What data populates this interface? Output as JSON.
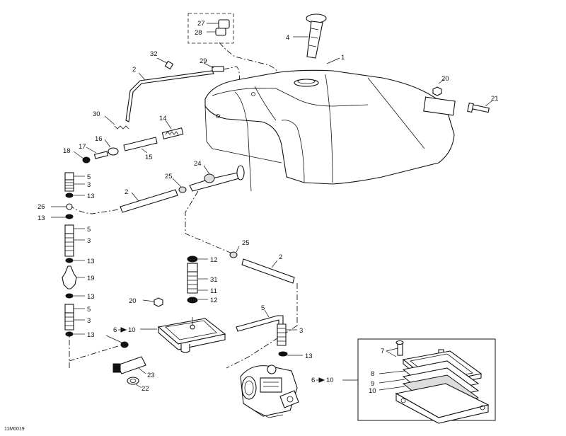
{
  "drawing_code": "11M0019",
  "callouts": [
    {
      "id": "c27",
      "text": "27"
    },
    {
      "id": "c28",
      "text": "28"
    },
    {
      "id": "c4",
      "text": "4"
    },
    {
      "id": "c1",
      "text": "1"
    },
    {
      "id": "c32",
      "text": "32"
    },
    {
      "id": "c29",
      "text": "29"
    },
    {
      "id": "c2a",
      "text": "2"
    },
    {
      "id": "c20a",
      "text": "20"
    },
    {
      "id": "c21",
      "text": "21"
    },
    {
      "id": "c30",
      "text": "30"
    },
    {
      "id": "c14",
      "text": "14"
    },
    {
      "id": "c16",
      "text": "16"
    },
    {
      "id": "c17",
      "text": "17"
    },
    {
      "id": "c18",
      "text": "18"
    },
    {
      "id": "c15",
      "text": "15"
    },
    {
      "id": "c5a",
      "text": "5"
    },
    {
      "id": "c3a",
      "text": "3"
    },
    {
      "id": "c13a",
      "text": "13"
    },
    {
      "id": "c25a",
      "text": "25"
    },
    {
      "id": "c24",
      "text": "24"
    },
    {
      "id": "c2b",
      "text": "2"
    },
    {
      "id": "c26",
      "text": "26"
    },
    {
      "id": "c13b",
      "text": "13"
    },
    {
      "id": "c5b",
      "text": "5"
    },
    {
      "id": "c3b",
      "text": "3"
    },
    {
      "id": "c13c",
      "text": "13"
    },
    {
      "id": "c25b",
      "text": "25"
    },
    {
      "id": "c2c",
      "text": "2"
    },
    {
      "id": "c12a",
      "text": "12"
    },
    {
      "id": "c19",
      "text": "19"
    },
    {
      "id": "c31",
      "text": "31"
    },
    {
      "id": "c11",
      "text": "11"
    },
    {
      "id": "c13d",
      "text": "13"
    },
    {
      "id": "c20b",
      "text": "20"
    },
    {
      "id": "c12b",
      "text": "12"
    },
    {
      "id": "c5c",
      "text": "5"
    },
    {
      "id": "c3c",
      "text": "3"
    },
    {
      "id": "c5d",
      "text": "5"
    },
    {
      "id": "c6a",
      "text": "6"
    },
    {
      "id": "c10a",
      "text": "10"
    },
    {
      "id": "c3d",
      "text": "3"
    },
    {
      "id": "c13e",
      "text": "13"
    },
    {
      "id": "c13f",
      "text": "13"
    },
    {
      "id": "c7",
      "text": "7"
    },
    {
      "id": "c23",
      "text": "23"
    },
    {
      "id": "c6b",
      "text": "6"
    },
    {
      "id": "c10b",
      "text": "10"
    },
    {
      "id": "c8",
      "text": "8"
    },
    {
      "id": "c22",
      "text": "22"
    },
    {
      "id": "c9",
      "text": "9"
    },
    {
      "id": "c10c",
      "text": "10"
    }
  ]
}
